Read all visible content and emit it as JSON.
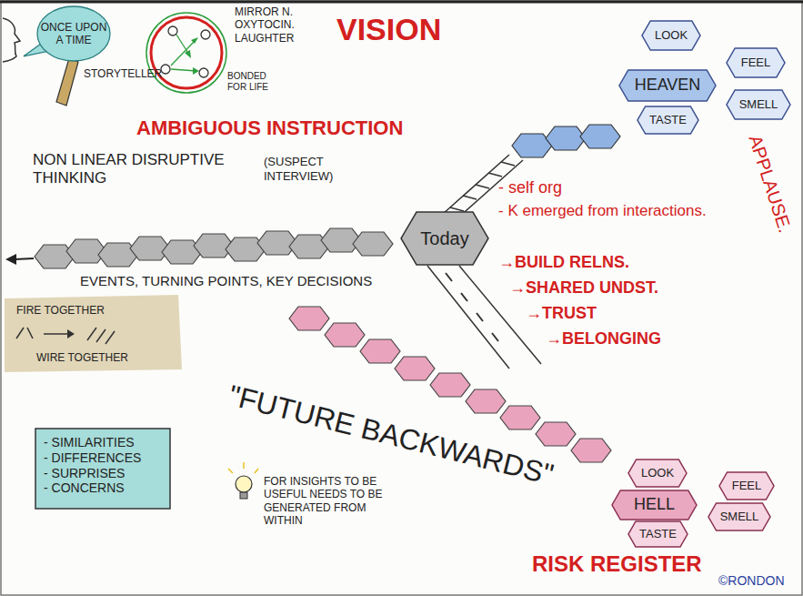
{
  "diagram": {
    "nodes": [
      {
        "text": [
          "ONCE UPON A TIME"
        ]
      },
      {
        "text": [
          "LOOK"
        ]
      },
      {
        "text": [
          "FEEL"
        ]
      },
      {
        "text": [
          "HEAVEN"
        ]
      },
      {
        "text": [
          "SMELL"
        ]
      },
      {
        "text": [
          "TASTE"
        ]
      },
      {
        "text": [
          "Today"
        ]
      },
      {
        "text": [
          "- SIMILARITIES",
          "- DIFFERENCES",
          "- SURPRISES",
          "- CONCERNS"
        ]
      },
      {
        "text": [
          "LOOK"
        ]
      },
      {
        "text": [
          "FEEL"
        ]
      },
      {
        "text": [
          "HELL"
        ]
      },
      {
        "text": [
          "SMELL"
        ]
      },
      {
        "text": [
          "TASTE"
        ]
      }
    ],
    "labels": [
      "STORYTELLER",
      "MIRROR N. OXYTOCIN. LAUGHTER",
      "BONDED FOR LIFE",
      "VISION",
      "AMBIGUOUS INSTRUCTION",
      "NON LINEAR DISRUPTIVE THINKING",
      "(SUSPECT INTERVIEW)",
      "- self org",
      "- K emerged from interactions.",
      "APPLAUSE.",
      "→BUILD RELNS.",
      "→SHARED UNDST.",
      "→TRUST",
      "→BELONGING",
      "EVENTS, TURNING POINTS, KEY DECISIONS",
      "FIRE TOGETHER",
      "WIRE TOGETHER",
      "\"FUTURE BACKWARDS\"",
      "FOR INSIGHTS TO BE USEFUL NEEDS TO BE GENERATED FROM WITHIN",
      "RISK REGISTER",
      "©RONDON"
    ]
  }
}
